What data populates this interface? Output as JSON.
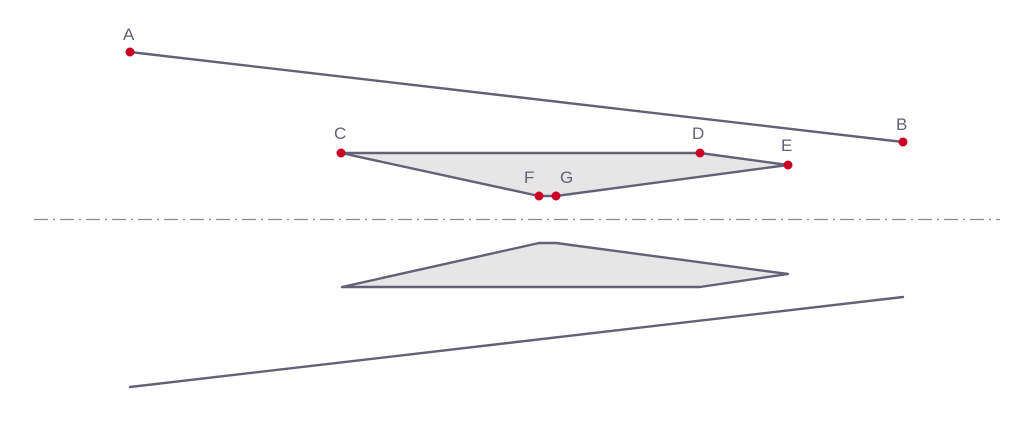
{
  "diagram": {
    "point_labels": {
      "A": "A",
      "B": "B",
      "C": "C",
      "D": "D",
      "E": "E",
      "F": "F",
      "G": "G"
    }
  },
  "colors": {
    "line": "#626178",
    "point": "#cc0022",
    "fill": "#e6e6e6",
    "axis": "#8c8c8c"
  }
}
